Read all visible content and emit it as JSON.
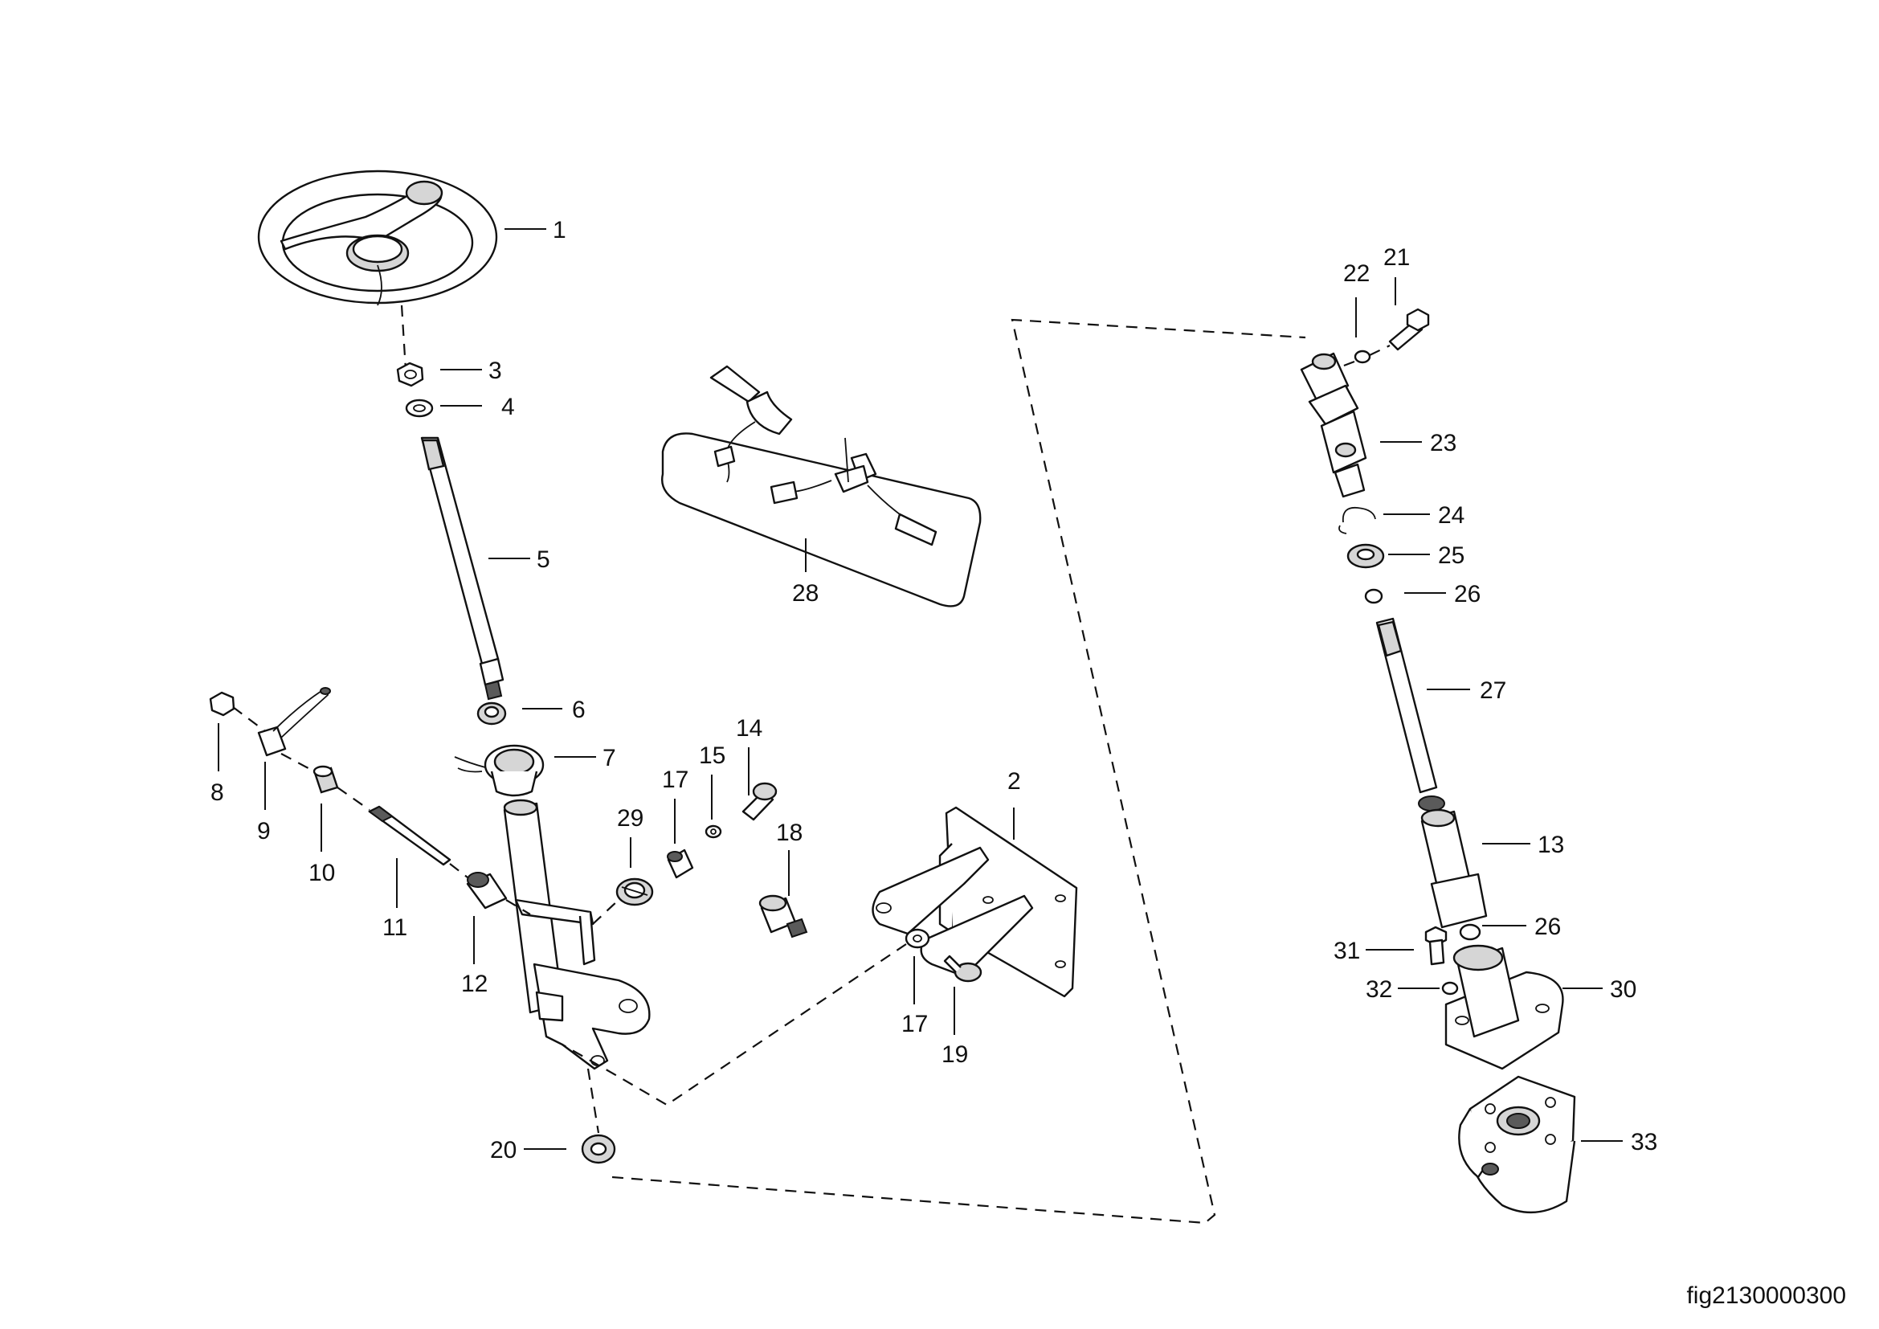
{
  "figure": {
    "code": "fig2130000300"
  },
  "callouts": {
    "c1": "1",
    "c2": "2",
    "c3": "3",
    "c4": "4",
    "c5": "5",
    "c6": "6",
    "c7": "7",
    "c8": "8",
    "c9": "9",
    "c10": "10",
    "c11": "11",
    "c12": "12",
    "c13": "13",
    "c14": "14",
    "c15": "15",
    "c17a": "17",
    "c17b": "17",
    "c18": "18",
    "c19": "19",
    "c20": "20",
    "c21": "21",
    "c22": "22",
    "c23": "23",
    "c24": "24",
    "c25": "25",
    "c26a": "26",
    "c26b": "26",
    "c27": "27",
    "c28": "28",
    "c29": "29",
    "c30": "30",
    "c31": "31",
    "c32": "32",
    "c33": "33"
  }
}
